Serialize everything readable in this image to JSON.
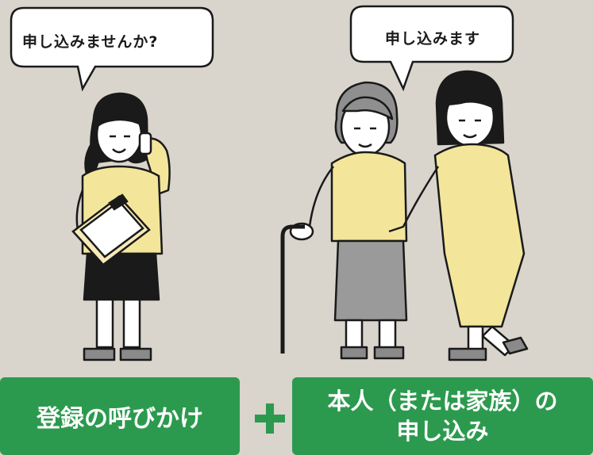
{
  "bubbles": {
    "left_text": "申し込みませんか?",
    "right_text": "申し込みます"
  },
  "labels": {
    "left": "登録の呼びかけ",
    "right_line1": "本人（または家族）の",
    "right_line2": "申し込み"
  },
  "colors": {
    "background": "#d9d4cc",
    "accent_green": "#2c9a4e",
    "shirt_yellow": "#f3e69a",
    "skirt_gray": "#9a9a9a"
  },
  "icons": [
    "plus-icon",
    "cane-icon",
    "clipboard-icon"
  ]
}
